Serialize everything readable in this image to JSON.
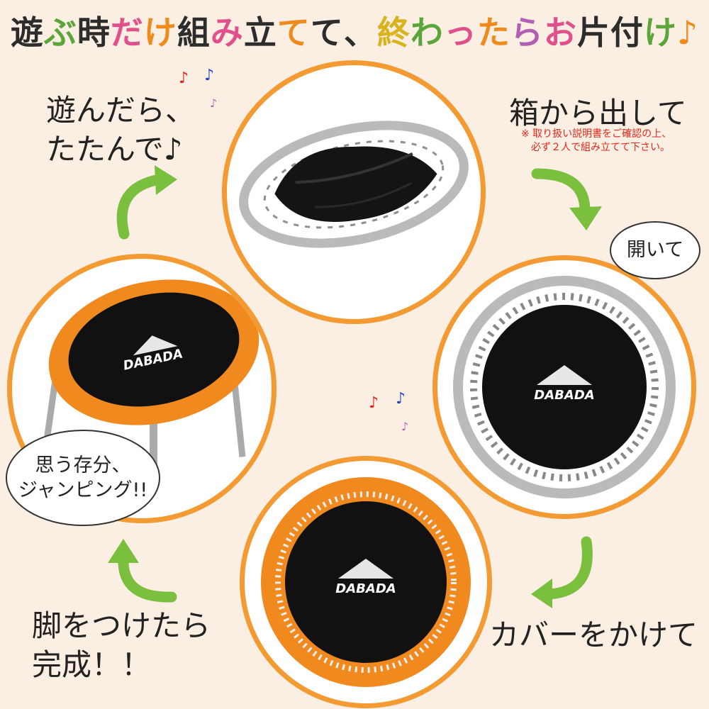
{
  "headline": {
    "segments": [
      {
        "text": "遊",
        "color": "#2c2c2c"
      },
      {
        "text": "ぶ",
        "color": "#5aa63a"
      },
      {
        "text": "時",
        "color": "#2c2c2c"
      },
      {
        "text": "だ",
        "color": "#e0508a"
      },
      {
        "text": "け",
        "color": "#ef8a1c"
      },
      {
        "text": "組",
        "color": "#2c2c2c"
      },
      {
        "text": "み",
        "color": "#e0508a"
      },
      {
        "text": "立",
        "color": "#2c2c2c"
      },
      {
        "text": "て",
        "color": "#ef8a1c"
      },
      {
        "text": "て",
        "color": "#2c2c2c"
      },
      {
        "text": "、",
        "color": "#2c2c2c"
      },
      {
        "text": "終",
        "color": "#d8b31d"
      },
      {
        "text": "わ",
        "color": "#5aa63a"
      },
      {
        "text": "っ",
        "color": "#e0508a"
      },
      {
        "text": "た",
        "color": "#ef8a1c"
      },
      {
        "text": "ら",
        "color": "#b05fb4"
      },
      {
        "text": "お",
        "color": "#e0508a"
      },
      {
        "text": "片",
        "color": "#2c2c2c"
      },
      {
        "text": "付",
        "color": "#2c2c2c"
      },
      {
        "text": "け",
        "color": "#5aa63a"
      },
      {
        "text": "♪",
        "color": "#ef8a1c"
      }
    ]
  },
  "steps": {
    "unbox": {
      "line1": "箱から出して",
      "note_line1": "※ 取り扱い説明書をご確認の上、",
      "note_line2": "必ず２人で組み立てて下さい。"
    },
    "open": {
      "bubble": "開いて"
    },
    "cover": {
      "caption": "カバーをかけて"
    },
    "legs": {
      "line1": "脚をつけたら",
      "line2": "完成！！"
    },
    "jump": {
      "bubble_line1": "思う存分、",
      "bubble_line2": "ジャンピング!!"
    },
    "fold": {
      "line1": "遊んだら、",
      "line2": "たたんで♪"
    }
  },
  "brand": {
    "logo_text": "DABADA"
  },
  "icons": [
    "music-note-icon",
    "arrow-icon"
  ],
  "colors": {
    "background": "#fbeee2",
    "circle_border": "#f39a32",
    "arrow": "#7bbf3e",
    "pad": "#f08a1e",
    "frame": "#b8babc",
    "mat": "#111111",
    "note_red": "#e3261b"
  }
}
